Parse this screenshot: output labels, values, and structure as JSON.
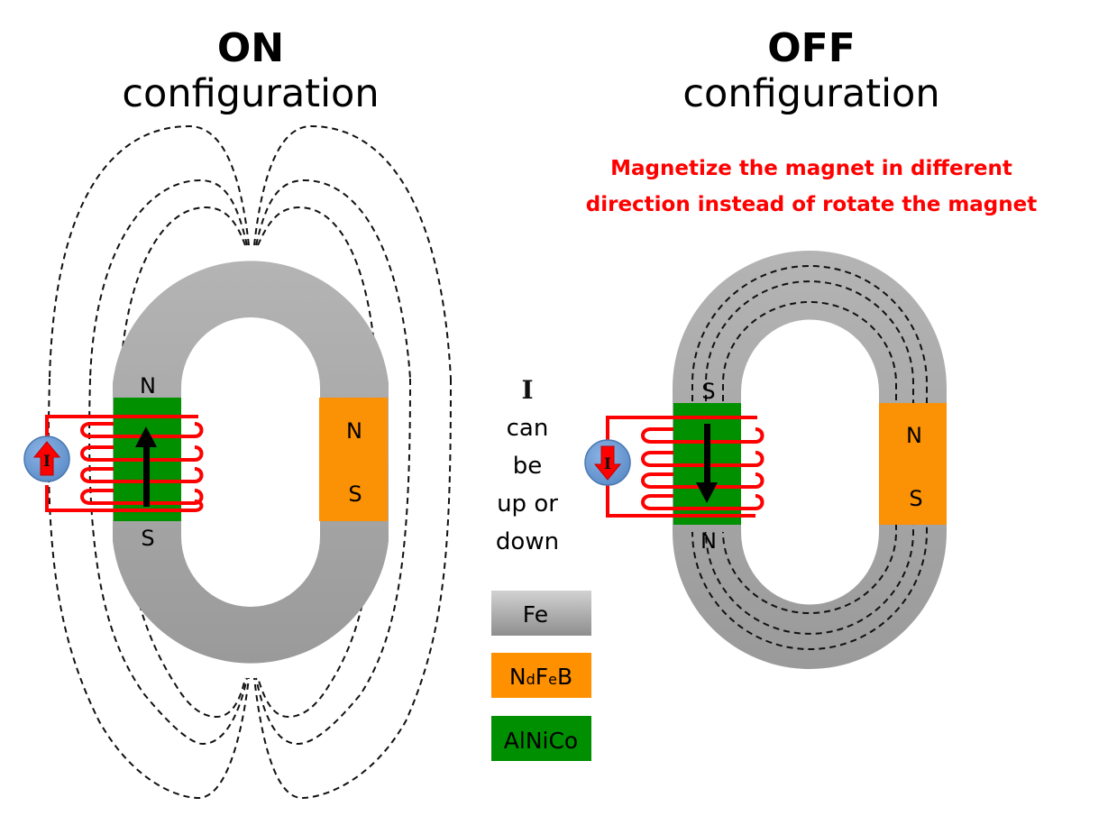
{
  "on_panel": {
    "title": "ON",
    "subtitle": "configuration",
    "alnico_top_pole": "N",
    "alnico_bottom_pole": "S",
    "ndfeb_top_pole": "N",
    "ndfeb_bottom_pole": "S",
    "current_source_label": "I",
    "current_direction": "up",
    "magnetization_direction": "up"
  },
  "off_panel": {
    "title": "OFF",
    "subtitle": "configuration",
    "note_line1": "Magnetize the magnet in different",
    "note_line2": "direction instead of rotate the magnet",
    "alnico_top_pole": "S",
    "alnico_bottom_pole": "N",
    "ndfeb_top_pole": "N",
    "ndfeb_bottom_pole": "S",
    "current_source_label": "I",
    "current_direction": "down",
    "magnetization_direction": "down"
  },
  "middle_note": {
    "symbol": "I",
    "lines": [
      "can",
      "be",
      "up or",
      "down"
    ]
  },
  "legend": [
    {
      "label": "Fe",
      "color": "#a6a6a6"
    },
    {
      "label_main": "N",
      "label_sub1": "d",
      "label_mid": "F",
      "label_sub2": "e",
      "label_end": "B",
      "label": "NdFeB",
      "color": "#ff9100"
    },
    {
      "label": "AlNiCo",
      "color": "#008f00"
    }
  ],
  "colors": {
    "fe": "#a6a6a6",
    "ndfeb": "#fb9104",
    "alnico": "#009000",
    "coil": "#ff0000",
    "source": "#6f9fd8",
    "note": "#ff0000"
  }
}
